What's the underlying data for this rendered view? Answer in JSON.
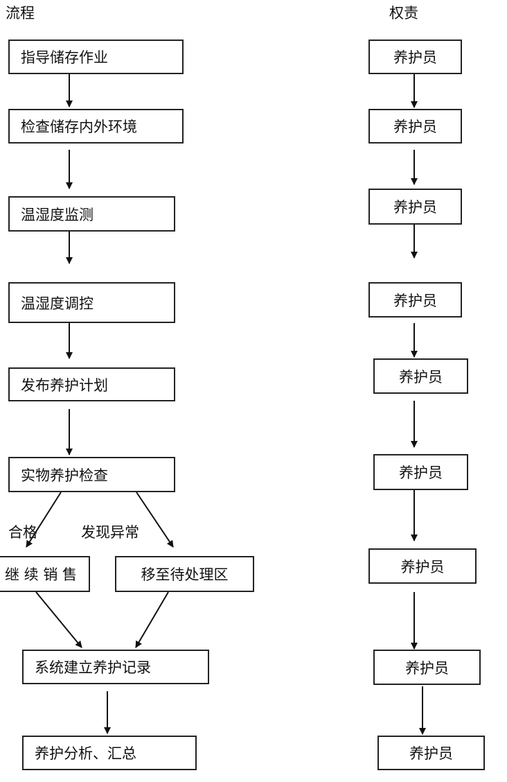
{
  "headings": {
    "process": "流程",
    "responsibility": "权责"
  },
  "process_steps": [
    "指导储存作业",
    "检查储存内外环境",
    "温湿度监测",
    "温湿度调控",
    "发布养护计划",
    "实物养护检查"
  ],
  "branches": {
    "qualified_label": "合格",
    "abnormal_label": "发现异常",
    "continue_sales": "继 续 销 售",
    "move_to_pending": "移至待处理区"
  },
  "final_steps": [
    "系统建立养护记录",
    "养护分析、汇总"
  ],
  "responsibilities": [
    "养护员",
    "养护员",
    "养护员",
    "养护员",
    "养护员",
    "养护员",
    "养护员",
    "养护员",
    "养护员"
  ]
}
